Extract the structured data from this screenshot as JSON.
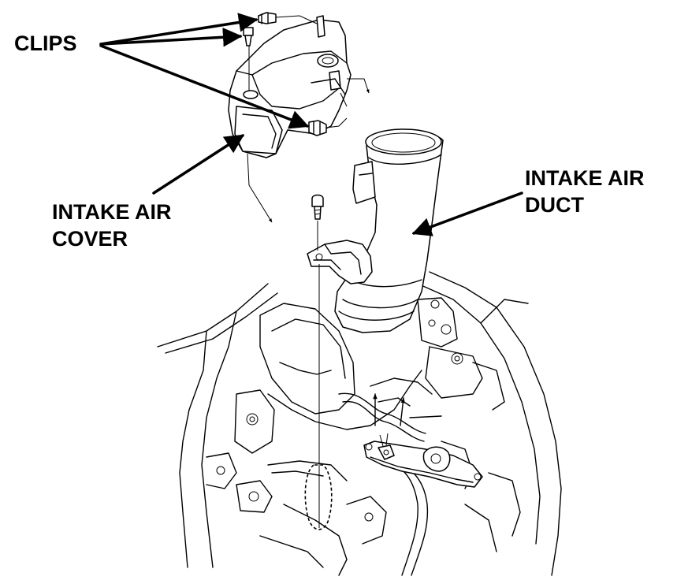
{
  "labels": {
    "clips": "CLIPS",
    "intake_air_cover_line1": "INTAKE AIR",
    "intake_air_cover_line2": "COVER",
    "intake_air_duct_line1": "INTAKE AIR",
    "intake_air_duct_line2": "DUCT"
  },
  "colors": {
    "ink": "#000000",
    "paper": "#ffffff"
  }
}
